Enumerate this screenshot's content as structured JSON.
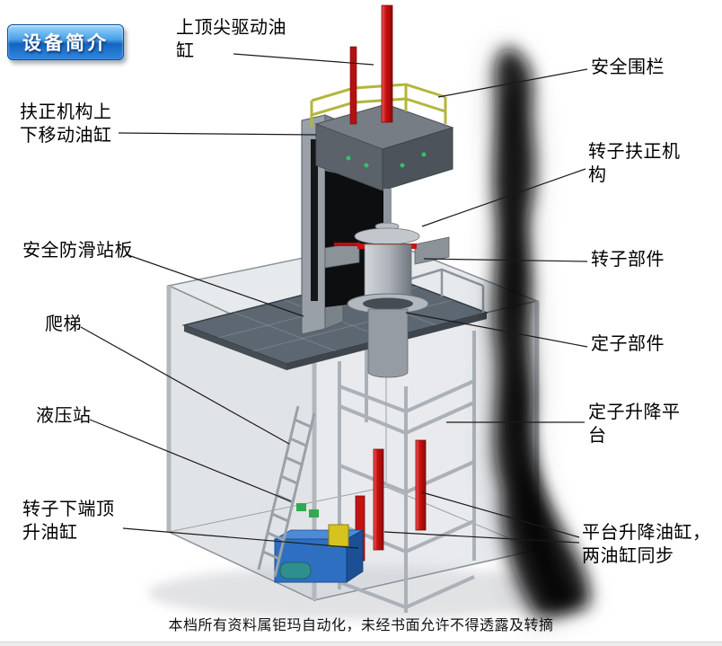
{
  "badge": {
    "label": "设备简介"
  },
  "labels": {
    "top_drive_cylinder": "上顶尖驱动油缸",
    "safety_fence": "安全围栏",
    "centering_lift_cylinder": "扶正机构上下移动油缸",
    "rotor_centering_mechanism": "转子扶正机构",
    "anti_slip_platform": "安全防滑站板",
    "rotor_component": "转子部件",
    "ladder": "爬梯",
    "stator_component": "定子部件",
    "hydraulic_station": "液压站",
    "stator_lift_platform": "定子升降平台",
    "rotor_bottom_jack_cylinder": "转子下端顶升油缸",
    "platform_lift_cylinders": "平台升降油缸，两油缸同步"
  },
  "footer": {
    "text": "本档所有资料属钜玛自动化，未经书面允许不得透露及转摘"
  },
  "colors": {
    "accent_red": "#c41212",
    "railing_yellow": "#b3b63a",
    "hydraulic_blue": "#2e6fc1",
    "badge_blue": "#1565c0",
    "platform_gray": "#5c6771"
  }
}
